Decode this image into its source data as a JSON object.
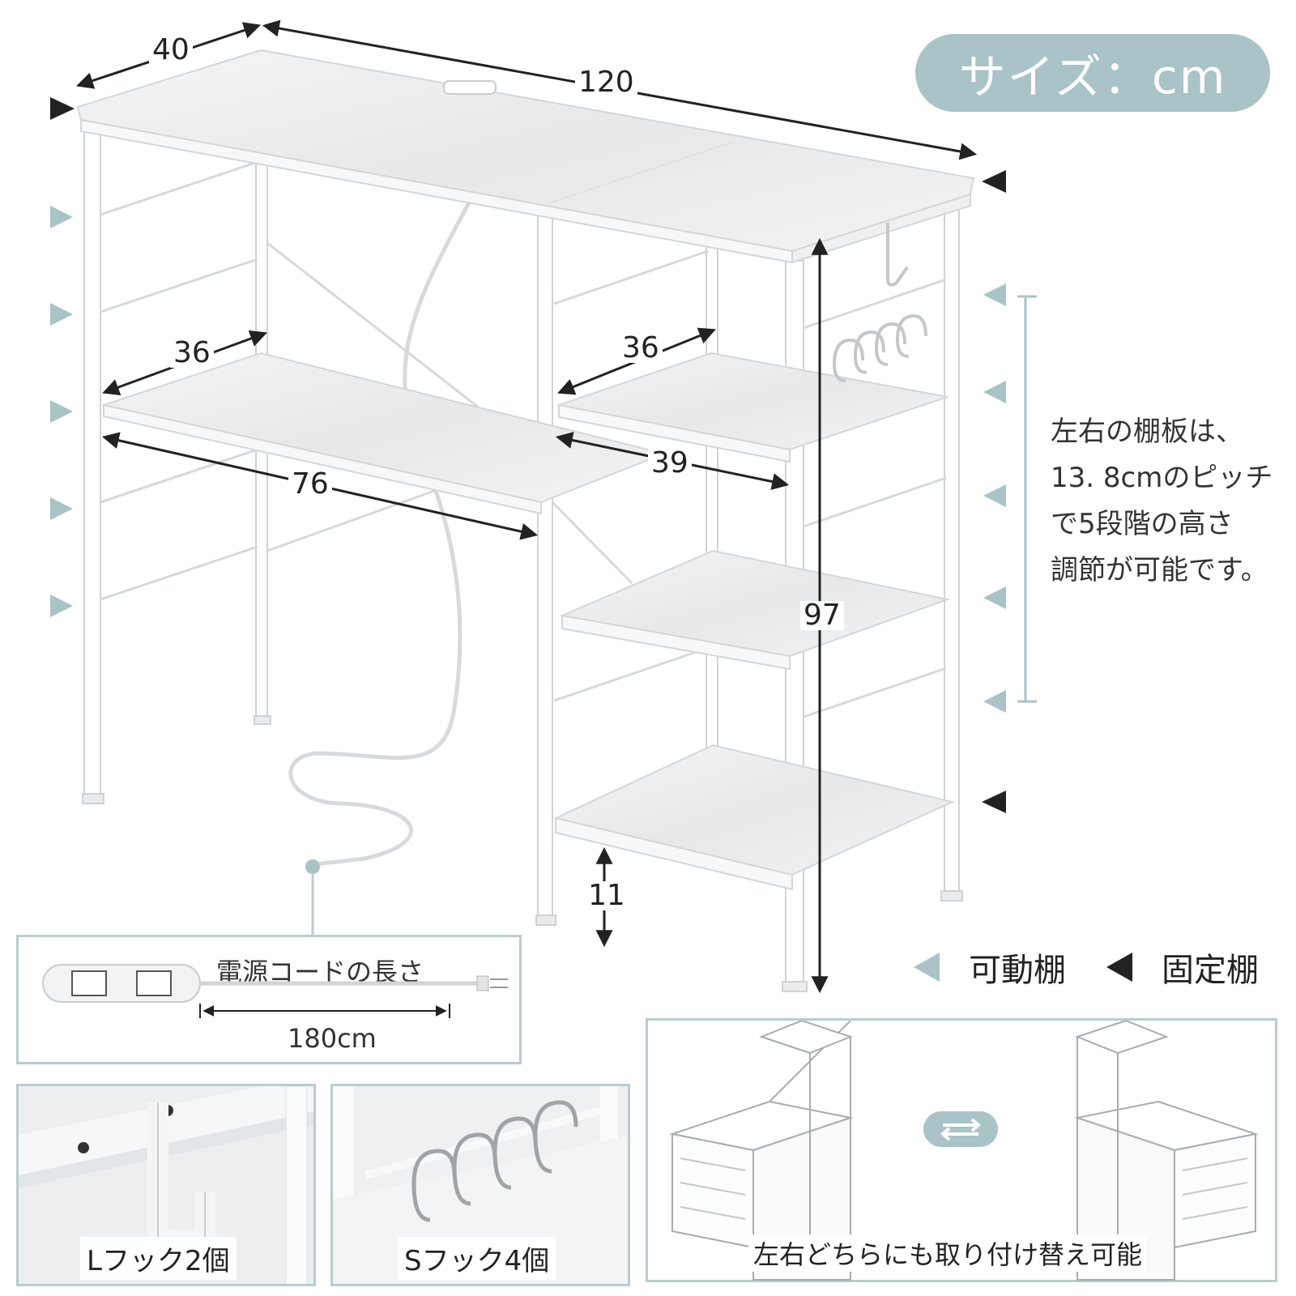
{
  "badge": {
    "text": "サイズ：cm"
  },
  "dimensions": {
    "depth_top": "40",
    "width_top": "120",
    "left_shelf_depth": "36",
    "right_shelf_depth": "36",
    "right_shelf_width": "39",
    "left_shelf_width": "76",
    "height": "97",
    "bottom_clearance": "11"
  },
  "note": {
    "lines": [
      "左右の棚板は、",
      "13. 8cmのピッチ",
      "で5段階の高さ",
      "調節が可能です。"
    ]
  },
  "legend": {
    "movable_label": "可動棚",
    "fixed_label": "固定棚",
    "movable_color": "#a9c3c6",
    "fixed_color": "#222222"
  },
  "cord": {
    "title": "電源コードの長さ",
    "length": "180cm"
  },
  "hooks": {
    "l_hook_label": "Lフック2個",
    "s_hook_label": "Sフック4個"
  },
  "reversible": {
    "label": "左右どちらにも取り付け替え可能"
  },
  "colors": {
    "accent": "#a9c3c6",
    "frame": "#ffffff",
    "outline": "#d0d4d6"
  }
}
